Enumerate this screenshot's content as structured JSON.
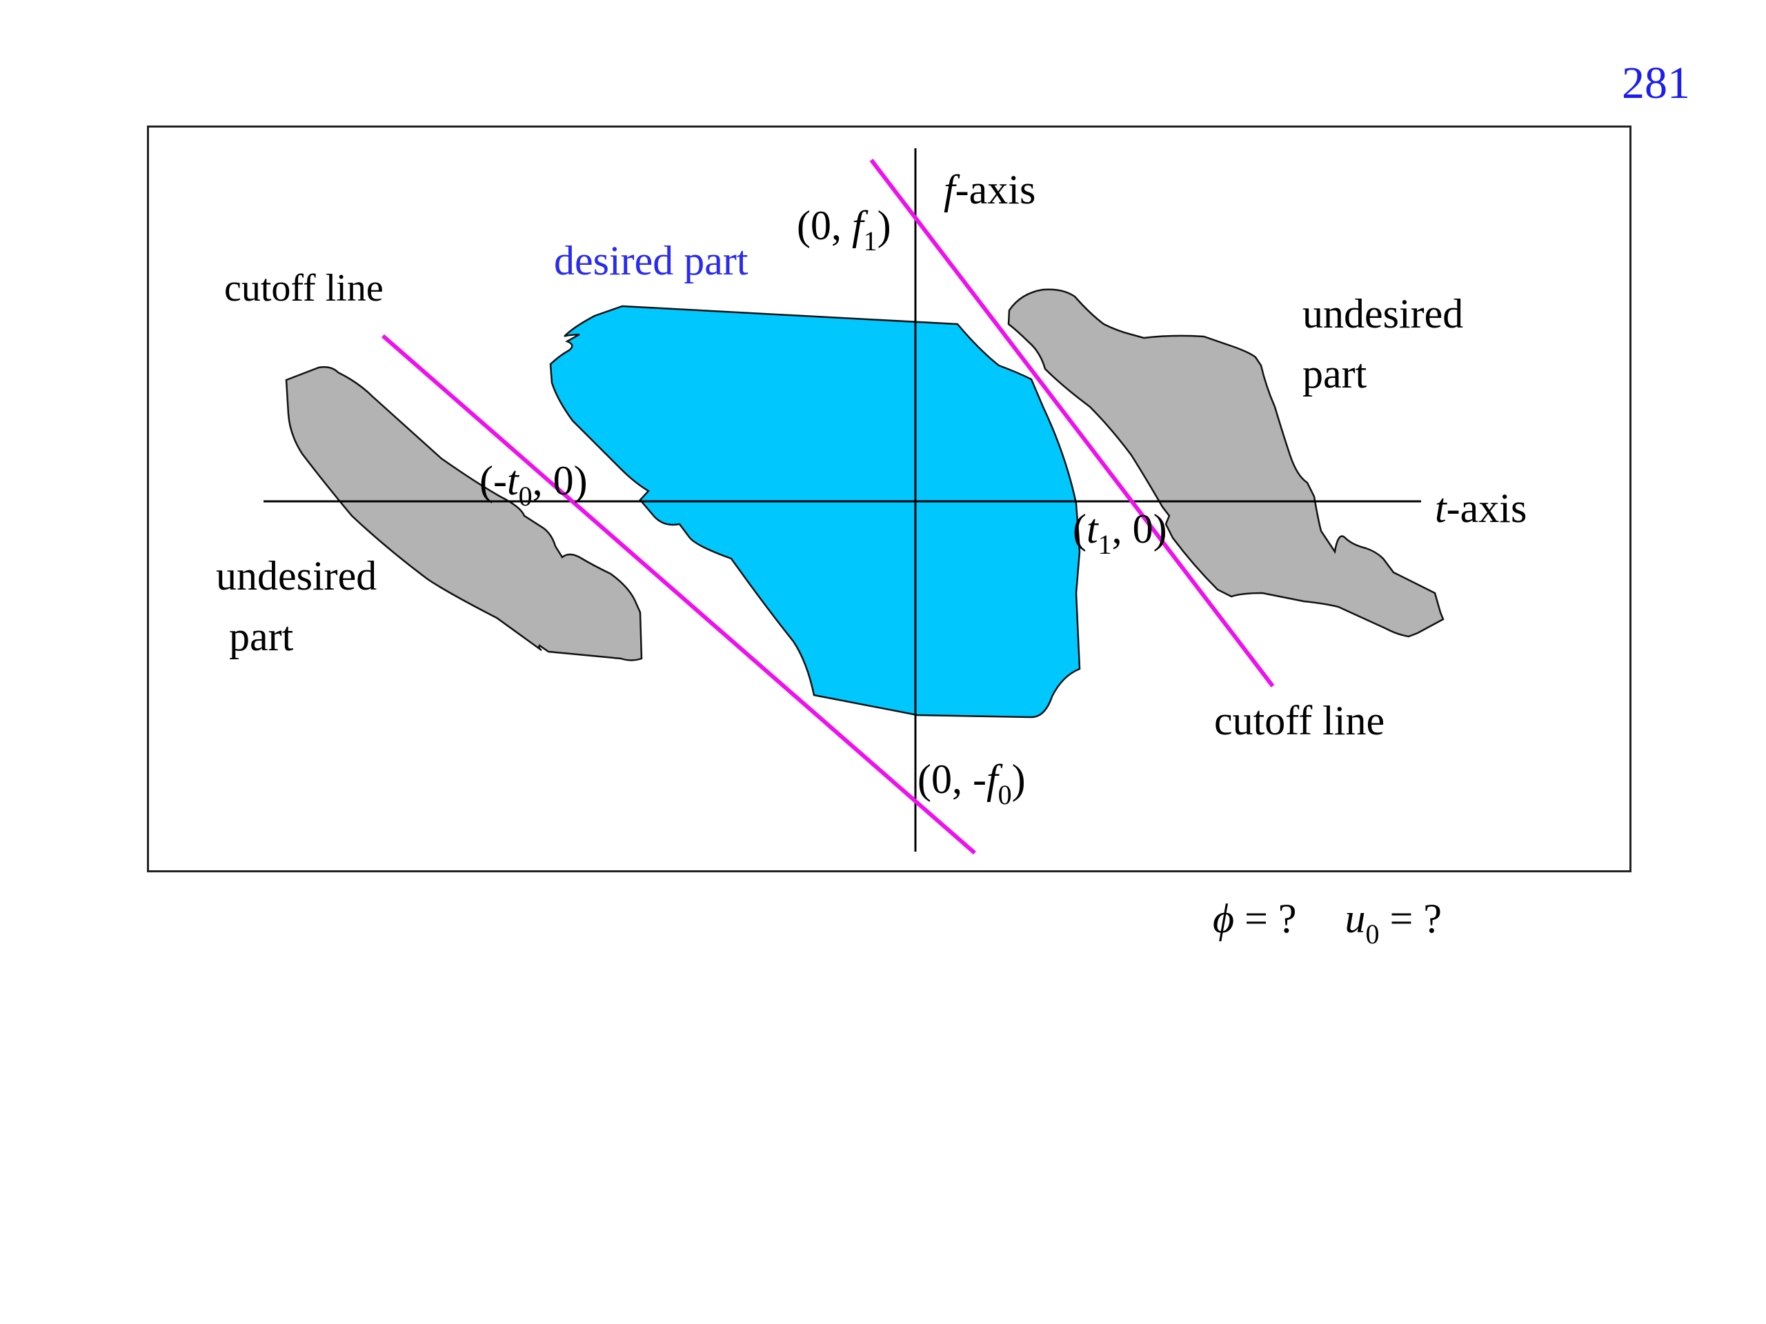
{
  "page_number": "281",
  "labels": {
    "f_axis": {
      "var": "f",
      "rest": "-axis"
    },
    "t_axis": {
      "var": "t",
      "rest": "-axis"
    },
    "point_f1": {
      "pre": "(0, ",
      "var": "f",
      "sub": "1",
      "post": ")"
    },
    "point_neg_f0": {
      "pre": "(0, -",
      "var": "f",
      "sub": "0",
      "post": ")"
    },
    "point_neg_t0": {
      "pre": "(-",
      "var": "t",
      "sub": "0",
      "post": ", 0)"
    },
    "point_t1": {
      "pre": "(",
      "var": "t",
      "sub": "1",
      "post": ", 0)"
    },
    "desired_part": "desired part",
    "cutoff_line_left": "cutoff line",
    "cutoff_line_right": "cutoff line",
    "undesired_left_line1": "undesired",
    "undesired_left_line2": "part",
    "undesired_right_line1": "undesired",
    "undesired_right_line2": "part"
  },
  "question": {
    "phi_symbol": "ϕ",
    "phi_rest": " = ?",
    "u_var": "u",
    "u_sub": "0",
    "u_rest": " = ?"
  },
  "colors": {
    "desired_fill": "#00c8ff",
    "undesired_fill": "#b3b3b3",
    "cutoff_line": "#ee11ee",
    "axis": "#000000",
    "page_number": "#1c1cf0",
    "desired_label": "#2a2af0"
  }
}
